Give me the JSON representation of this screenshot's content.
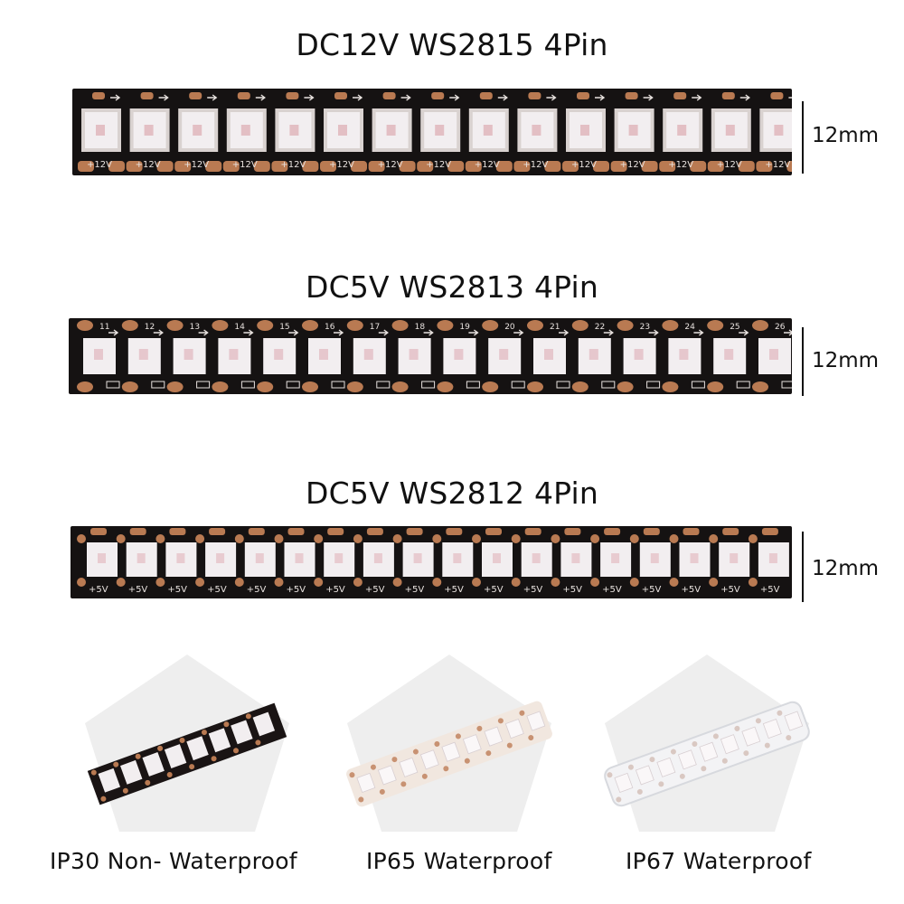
{
  "products": [
    {
      "title": "DC12V WS2815 4Pin",
      "width_label": "12mm",
      "voltage_marking": "+12V"
    },
    {
      "title": "DC5V WS2813 4Pin",
      "width_label": "12mm",
      "index_labels": [
        "11",
        "12",
        "13",
        "14",
        "15",
        "16",
        "17",
        "18",
        "19",
        "20",
        "21",
        "22",
        "23",
        "24",
        "25",
        "26"
      ]
    },
    {
      "title": "DC5V WS2812 4Pin",
      "width_label": "12mm",
      "voltage_marking": "+5V"
    }
  ],
  "waterproof_options": [
    {
      "label": "IP30 Non- Waterproof",
      "coating": "none",
      "pcb_color": "#1a1414"
    },
    {
      "label": "IP65 Waterproof",
      "coating": "silicone-glue",
      "pcb_color": "#f1e7df"
    },
    {
      "label": "IP67 Waterproof",
      "coating": "silicone-tube",
      "pcb_color": "#f3f3f5"
    }
  ],
  "colors": {
    "pcb": "#151212",
    "pad": "#b97a52",
    "led": "#f2eef0",
    "marking": "#e8e2df"
  }
}
